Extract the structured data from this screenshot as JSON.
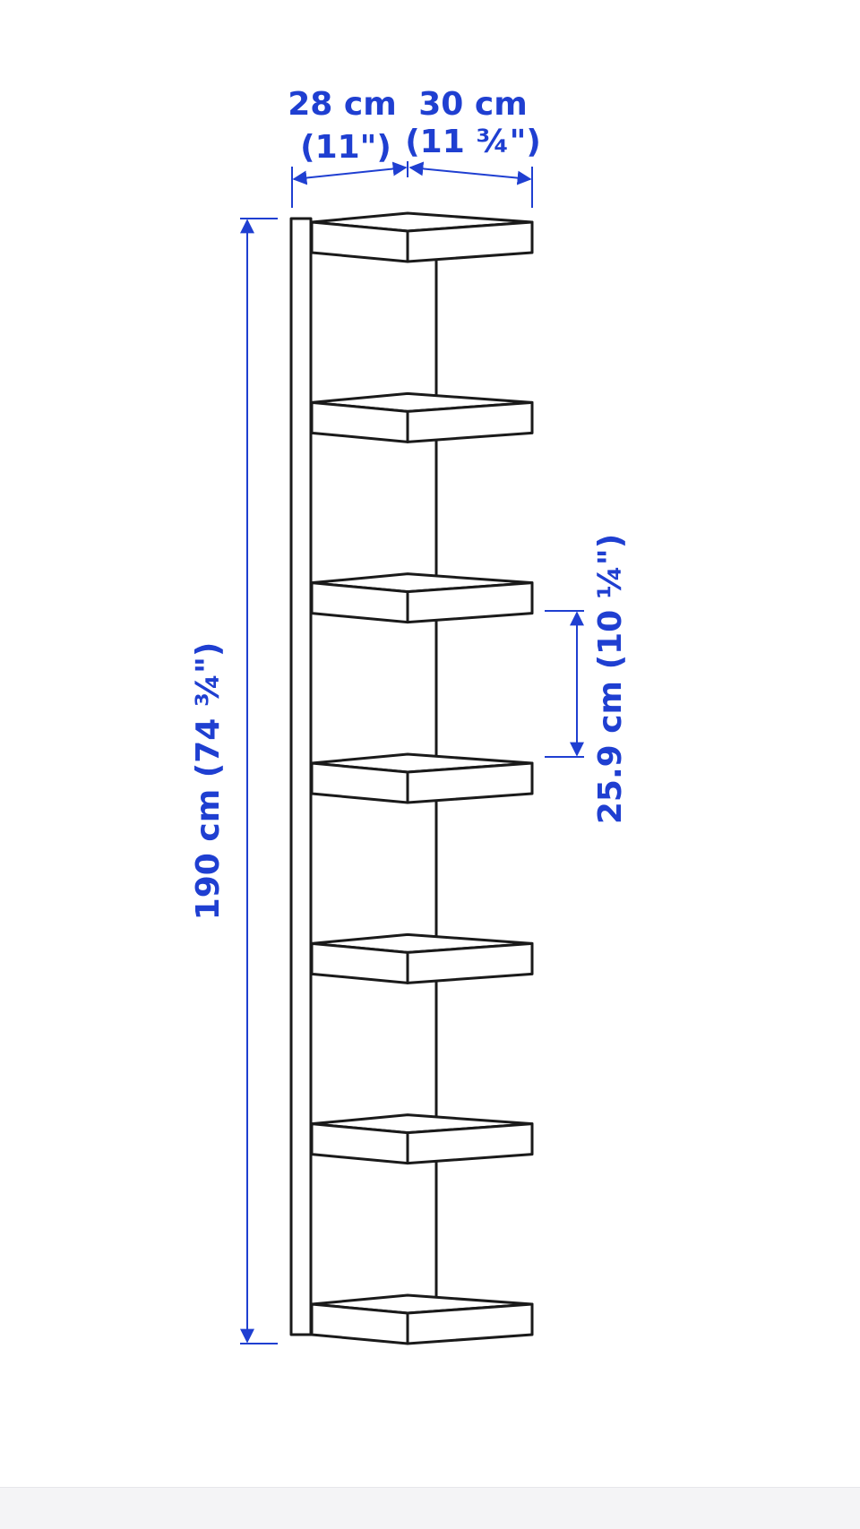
{
  "accent_color": "#1f3fd1",
  "dimensions": {
    "depth": {
      "metric": "28 cm",
      "imperial": "(11\")"
    },
    "width": {
      "metric": "30 cm",
      "imperial": "(11 ¾\")"
    },
    "height": {
      "label": "190 cm (74 ¾\")"
    },
    "shelf_spacing": {
      "label": "25.9 cm (10 ¼\")"
    }
  },
  "shelf_count": 7
}
